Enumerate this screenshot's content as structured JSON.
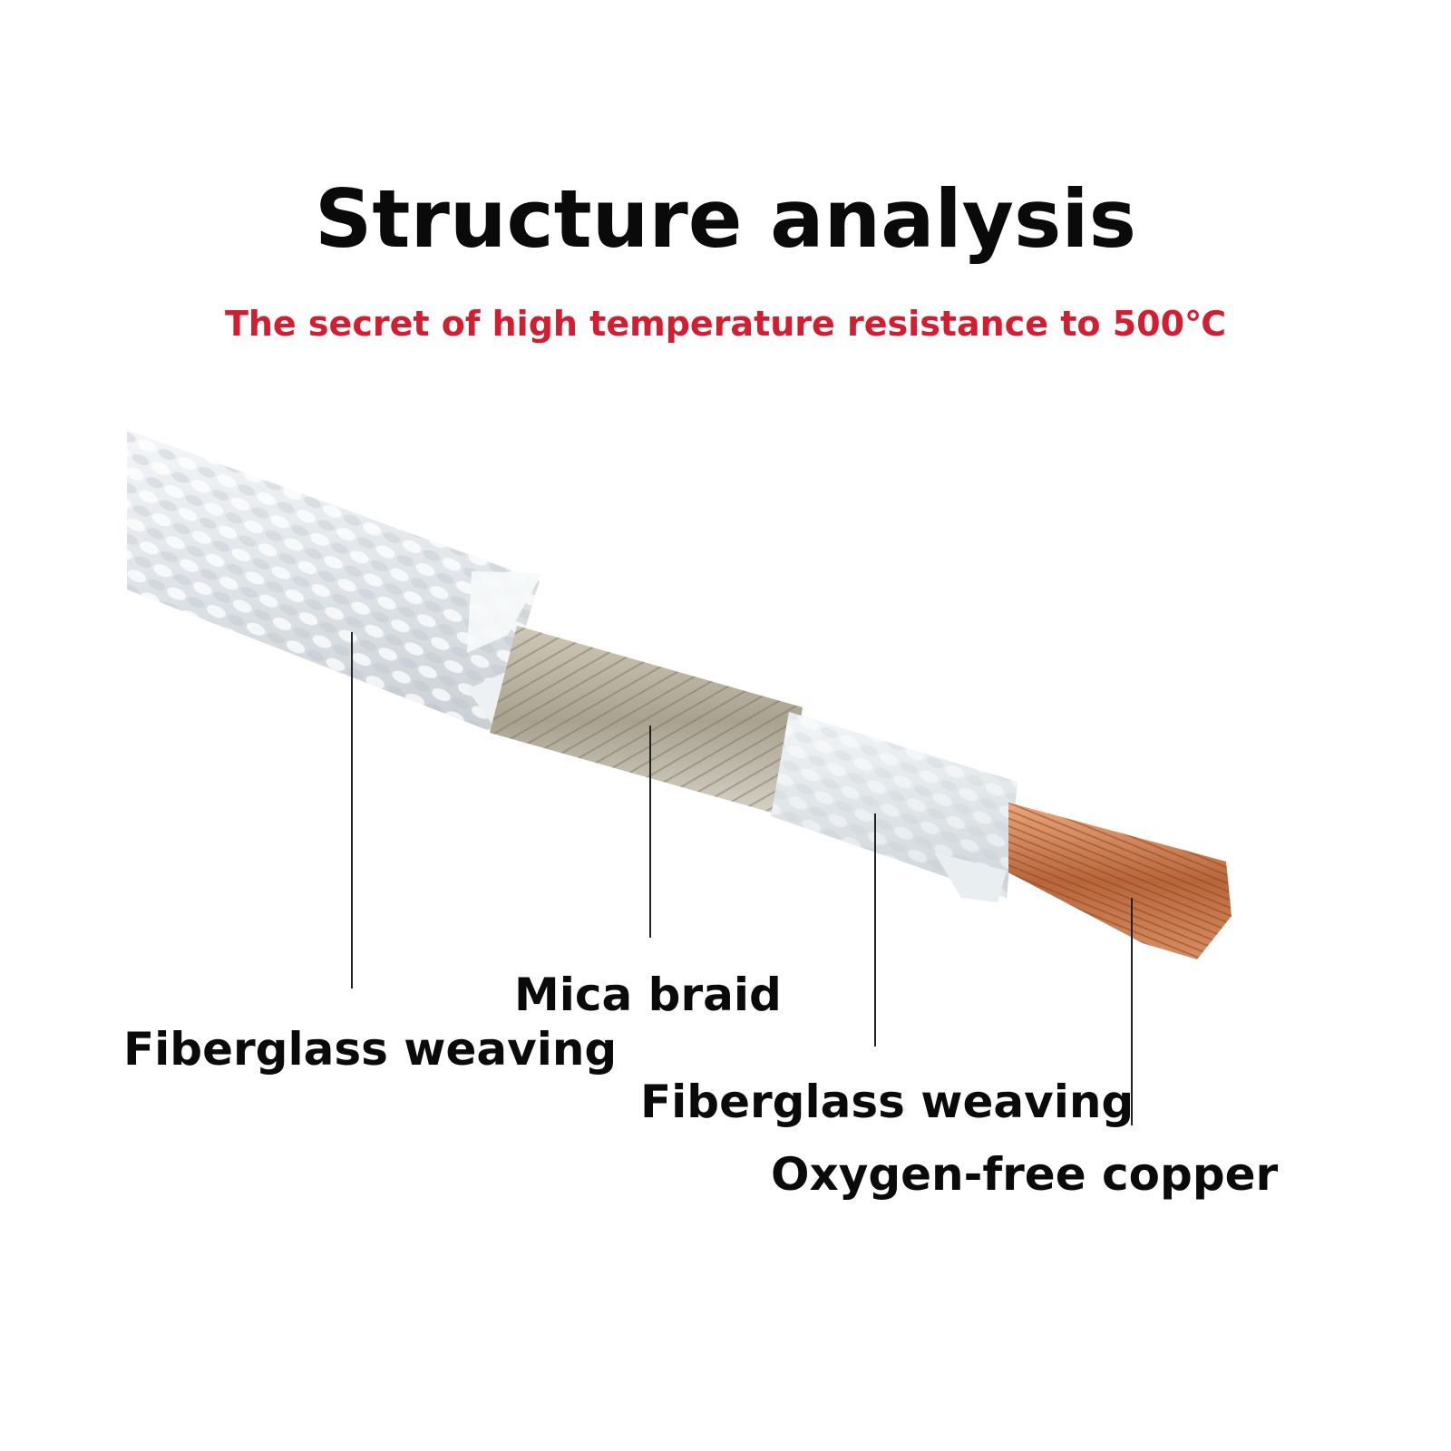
{
  "header": {
    "title": "Structure analysis",
    "subtitle": "The secret of high temperature resistance to 500℃"
  },
  "layers": [
    {
      "label": "Fiberglass weaving"
    },
    {
      "label": "Mica braid"
    },
    {
      "label": "Fiberglass weaving"
    },
    {
      "label": "Oxygen-free copper"
    }
  ],
  "colors": {
    "title": "#0a0a0a",
    "subtitle": "#d21e30",
    "fiberglass": "#e8ecef",
    "mica": "#b9b3a2",
    "copper": "#c8784a"
  }
}
